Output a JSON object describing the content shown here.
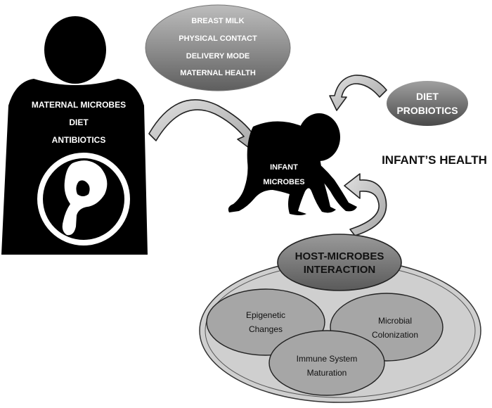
{
  "mother_factors": [
    "MATERNAL MICROBES",
    "DIET",
    "ANTIBIOTICS"
  ],
  "transfer_factors": [
    "BREAST MILK",
    "PHYSICAL CONTACT",
    "DELIVERY MODE",
    "MATERNAL HEALTH"
  ],
  "diet_factors": [
    "DIET",
    "PROBIOTICS"
  ],
  "infant_label": [
    "INFANT",
    "MICROBES"
  ],
  "infant_health": "INFANT’S HEALTH",
  "host_microbes": [
    "HOST-MICROBES",
    "INTERACTION"
  ],
  "outcomes": {
    "epigenetic": [
      "Epigenetic",
      "Changes"
    ],
    "microbial": [
      "Microbial",
      "Colonization"
    ],
    "immune": [
      "Immune System",
      "Maturation"
    ]
  }
}
